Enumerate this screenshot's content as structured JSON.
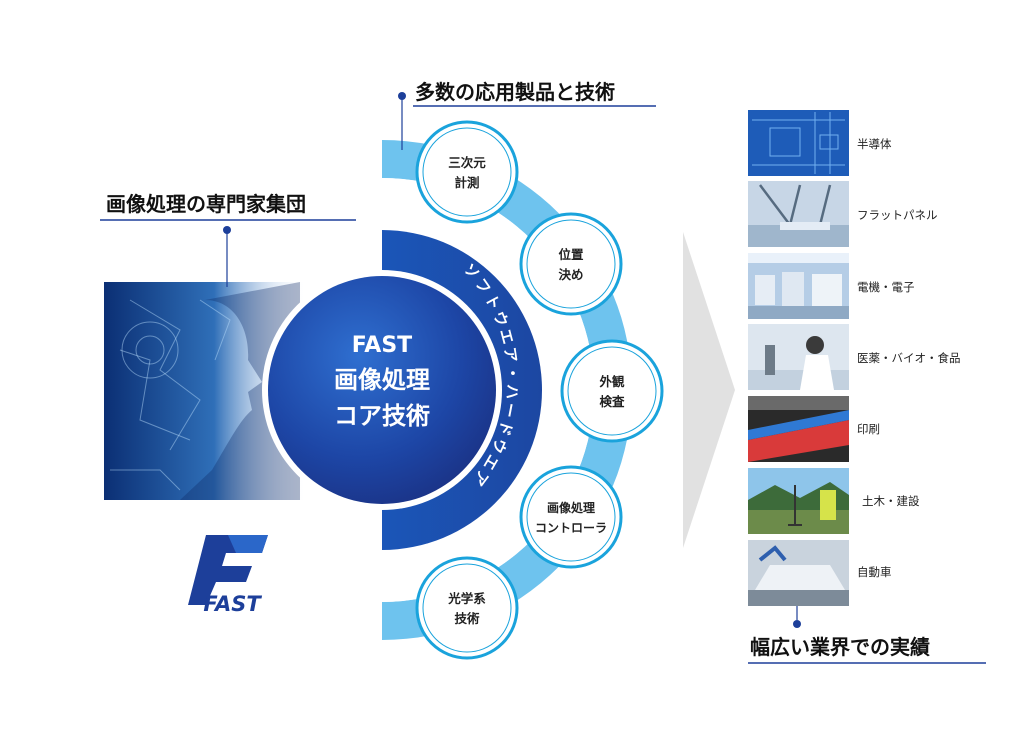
{
  "headings": {
    "top": "多数の応用製品と技術",
    "left": "画像処理の専門家集団",
    "bottom": "幅広い業界での実績"
  },
  "core": {
    "line1": "FAST",
    "line2": "画像処理",
    "line3": "コア技術"
  },
  "arc_text": "ソフトウエア・ハードウエア",
  "tech_nodes": [
    {
      "line1": "三次元",
      "line2": "計測"
    },
    {
      "line1": "位置",
      "line2": "決め"
    },
    {
      "line1": "外観",
      "line2": "検査"
    },
    {
      "line1": "画像処理",
      "line2": "コントローラ"
    },
    {
      "line1": "光学系",
      "line2": "技術"
    }
  ],
  "industries": [
    {
      "label": "半導体",
      "icon": "circuit-board-photo"
    },
    {
      "label": "フラットパネル",
      "icon": "robot-line-photo"
    },
    {
      "label": "電機・電子",
      "icon": "factory-photo"
    },
    {
      "label": "医薬・バイオ・食品",
      "icon": "lab-microscope-photo"
    },
    {
      "label": "印刷",
      "icon": "printing-press-photo"
    },
    {
      "label": "土木・建設",
      "icon": "surveying-photo"
    },
    {
      "label": "自動車",
      "icon": "car-assembly-photo"
    }
  ],
  "logo": {
    "text": "FAST"
  },
  "colors": {
    "accent_dark": "#1d3f9a",
    "accent_mid": "#2b67c9",
    "ring_light": "#6ec3ee",
    "node_border": "#1aa3dc",
    "heading_rule": "#1d3f9a",
    "arrow_gray": "#e0e0e0"
  }
}
